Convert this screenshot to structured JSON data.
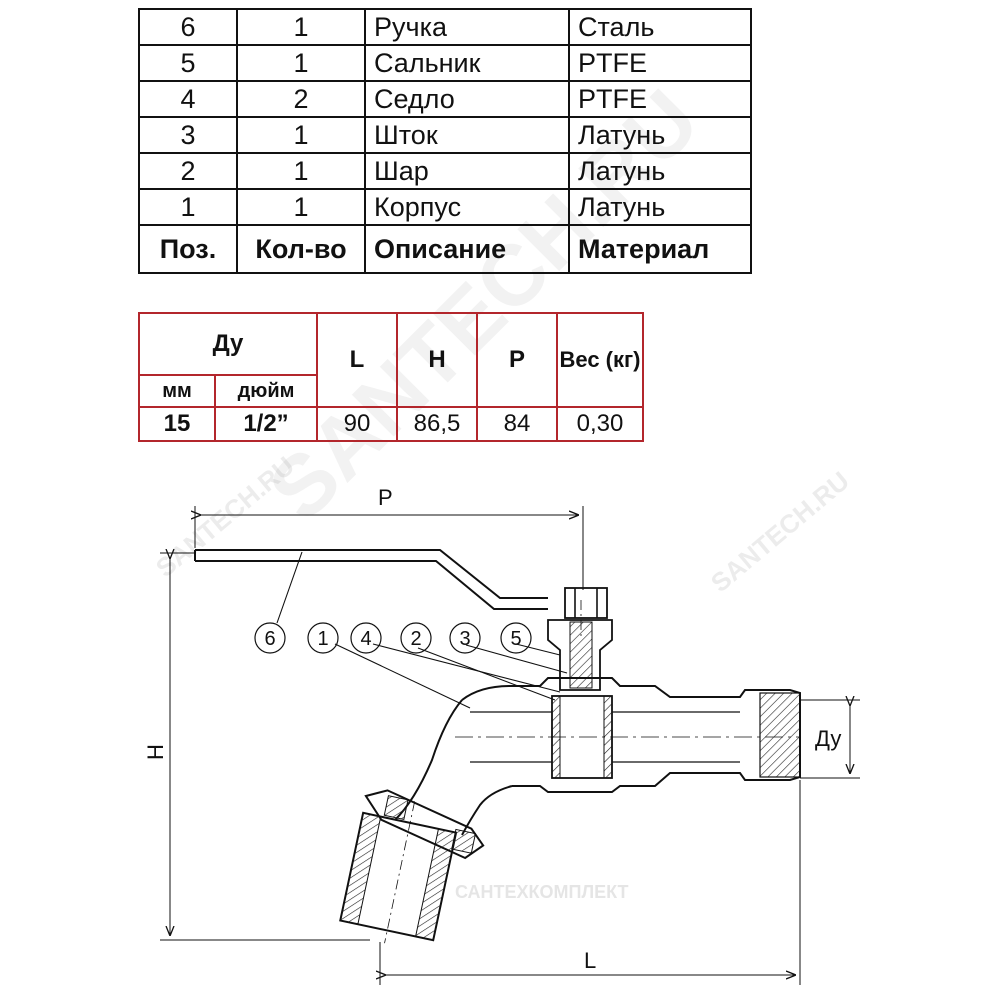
{
  "parts_table": {
    "rows": [
      {
        "pos": "6",
        "qty": "1",
        "desc": "Ручка",
        "material": "Сталь"
      },
      {
        "pos": "5",
        "qty": "1",
        "desc": "Сальник",
        "material": "PTFE"
      },
      {
        "pos": "4",
        "qty": "2",
        "desc": "Седло",
        "material": "PTFE"
      },
      {
        "pos": "3",
        "qty": "1",
        "desc": "Шток",
        "material": "Латунь"
      },
      {
        "pos": "2",
        "qty": "1",
        "desc": "Шар",
        "material": "Латунь"
      },
      {
        "pos": "1",
        "qty": "1",
        "desc": "Корпус",
        "material": "Латунь"
      }
    ],
    "header": {
      "pos": "Поз.",
      "qty": "Кол-во",
      "desc": "Описание",
      "material": "Материал"
    }
  },
  "dim_table": {
    "du": "Ду",
    "mm": "мм",
    "inch": "дюйм",
    "L": "L",
    "H": "H",
    "P": "P",
    "ves": "Вес (кг)",
    "values": {
      "mm": "15",
      "inch": "1/2”",
      "L": "90",
      "H": "86,5",
      "P": "84",
      "ves": "0,30"
    }
  },
  "drawing": {
    "dim_P": "P",
    "dim_H": "H",
    "dim_L": "L",
    "dim_Du": "Ду",
    "callouts": [
      "6",
      "1",
      "4",
      "2",
      "3",
      "5"
    ]
  },
  "watermarks": {
    "main": "SANTECH.RU",
    "small1": "SANTECH.RU",
    "small2": "SANTECH.RU",
    "bottom": "САНТЕХКОМПЛЕКТ"
  }
}
